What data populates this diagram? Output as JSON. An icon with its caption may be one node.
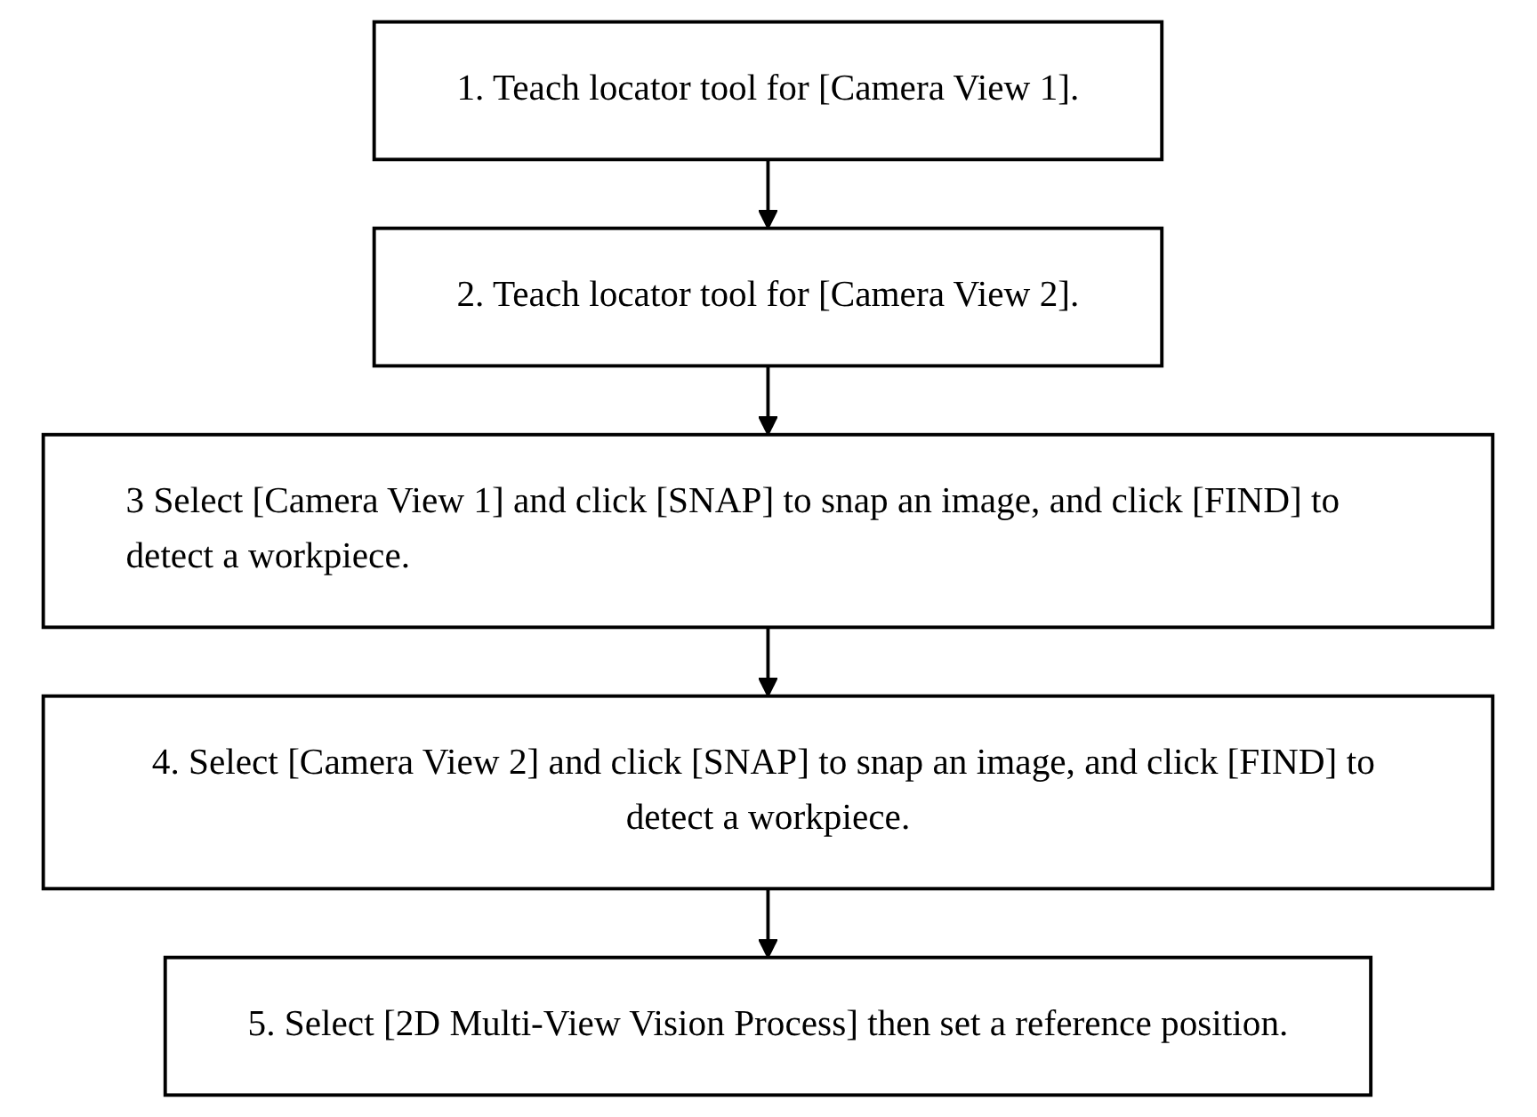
{
  "diagram": {
    "nodes": [
      {
        "text": [
          "1. Teach locator tool for [Camera View 1]."
        ]
      },
      {
        "text": [
          "2. Teach locator tool for [Camera View 2]."
        ]
      },
      {
        "text": [
          "3 Select [Camera View 1] and click [SNAP] to snap an image, and click [FIND] to detect a workpiece."
        ]
      },
      {
        "text": [
          "4. Select [Camera View 2] and click [SNAP] to snap an image, and click [FIND] to detect a workpiece."
        ]
      },
      {
        "text": [
          "5. Select [2D Multi-View Vision Process] then set a reference position."
        ]
      }
    ],
    "edges": [
      {
        "from": 0,
        "to": 1,
        "arrow": "to"
      },
      {
        "from": 1,
        "to": 2,
        "arrow": "to"
      },
      {
        "from": 2,
        "to": 3,
        "arrow": "to"
      },
      {
        "from": 3,
        "to": 4,
        "arrow": "to"
      }
    ]
  }
}
